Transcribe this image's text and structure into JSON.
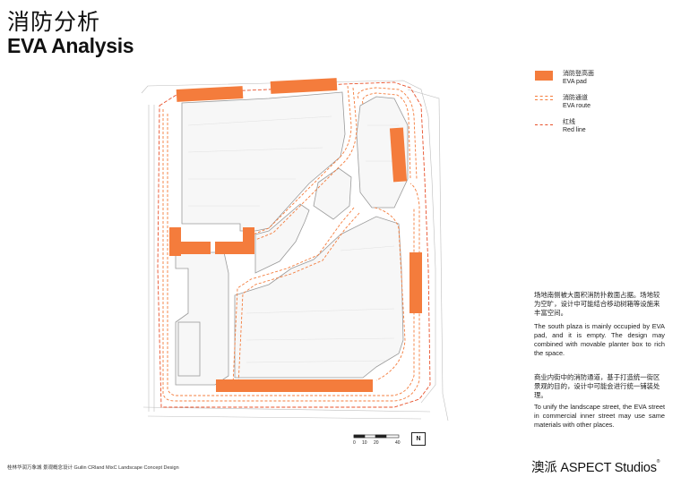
{
  "header": {
    "title_cn": "消防分析",
    "title_en": "EVA Analysis"
  },
  "legend": {
    "pad": {
      "cn": "消防登高面",
      "en": "EVA pad",
      "color": "#f47c3c"
    },
    "route": {
      "cn": "消防通道",
      "en": "EVA route",
      "color": "#f47c3c"
    },
    "redline": {
      "cn": "红线",
      "en": "Red line",
      "color": "#e8502a"
    }
  },
  "notes": {
    "south_cn": "场地南侧被大面积消防扑救面占据。场地较为空旷，设计中可能结合移动树箱等设施来丰富空间。",
    "south_en": "The south plaza is mainly occupied by EVA pad, and it is empty. The design may combined with movable planter box to rich the space.",
    "street_cn": "商业内街中的消防通道，基于打造统一街区景观的目的，设计中可能会进行统一铺装处理。",
    "street_en": "To unify the landscape street, the EVA street in commercial inner street may use same materials with other places."
  },
  "scale": {
    "labels": [
      "0",
      "10",
      "20",
      "40"
    ],
    "north": "N"
  },
  "footer": {
    "left": "桂林华润万象城  景观概念设计  Guilin CRland MixC Landscape Concept Design",
    "brand": "澳派 ASPECT Studios",
    "brand_mark": "®"
  }
}
